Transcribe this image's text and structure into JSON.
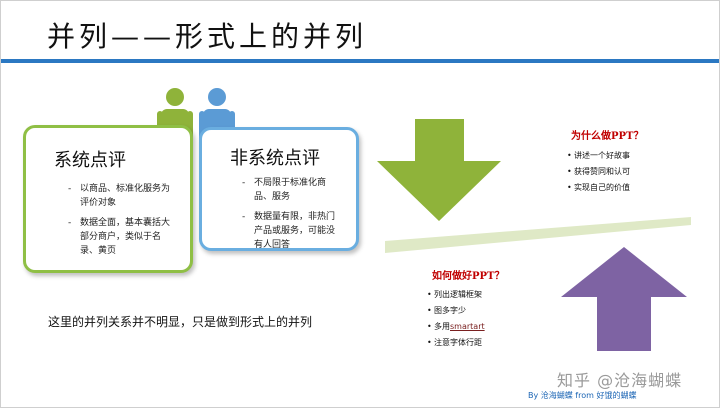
{
  "slide": {
    "title": "并列——形式上的并列",
    "accent_blue": "#2b78c2",
    "accent_green": "#8fbf45",
    "arrow_green": "#8fb33a",
    "arrow_purple": "#7e63a3"
  },
  "left_card": {
    "title": "系统点评",
    "items": [
      "以商品、标准化服务为评价对象",
      "数据全面，基本囊括大部分商户，类似于名录、黄页"
    ]
  },
  "right_card": {
    "title": "非系统点评",
    "items": [
      "不局限于标准化商品、服务",
      "数据量有限，非热门产品或服务，可能没有人回答"
    ]
  },
  "note": "这里的并列关系并不明显，只是做到形式上的并列",
  "question1": {
    "title": "为什么做PPT？",
    "items": [
      "讲述一个好故事",
      "获得赞同和认可",
      "实现自己的价值"
    ]
  },
  "question2": {
    "title": "如何做好PPT？",
    "items": [
      "列出逻辑框架",
      "图多字少",
      "多用",
      "smartart",
      "注意字体行距"
    ]
  },
  "icons": [
    "person-green-icon",
    "person-blue-icon",
    "down-arrow-icon",
    "up-arrow-icon"
  ],
  "watermark": "知乎 @沧海蝴蝶",
  "byline": "By 沧海蝴蝶 from 好饿的蝴蝶"
}
